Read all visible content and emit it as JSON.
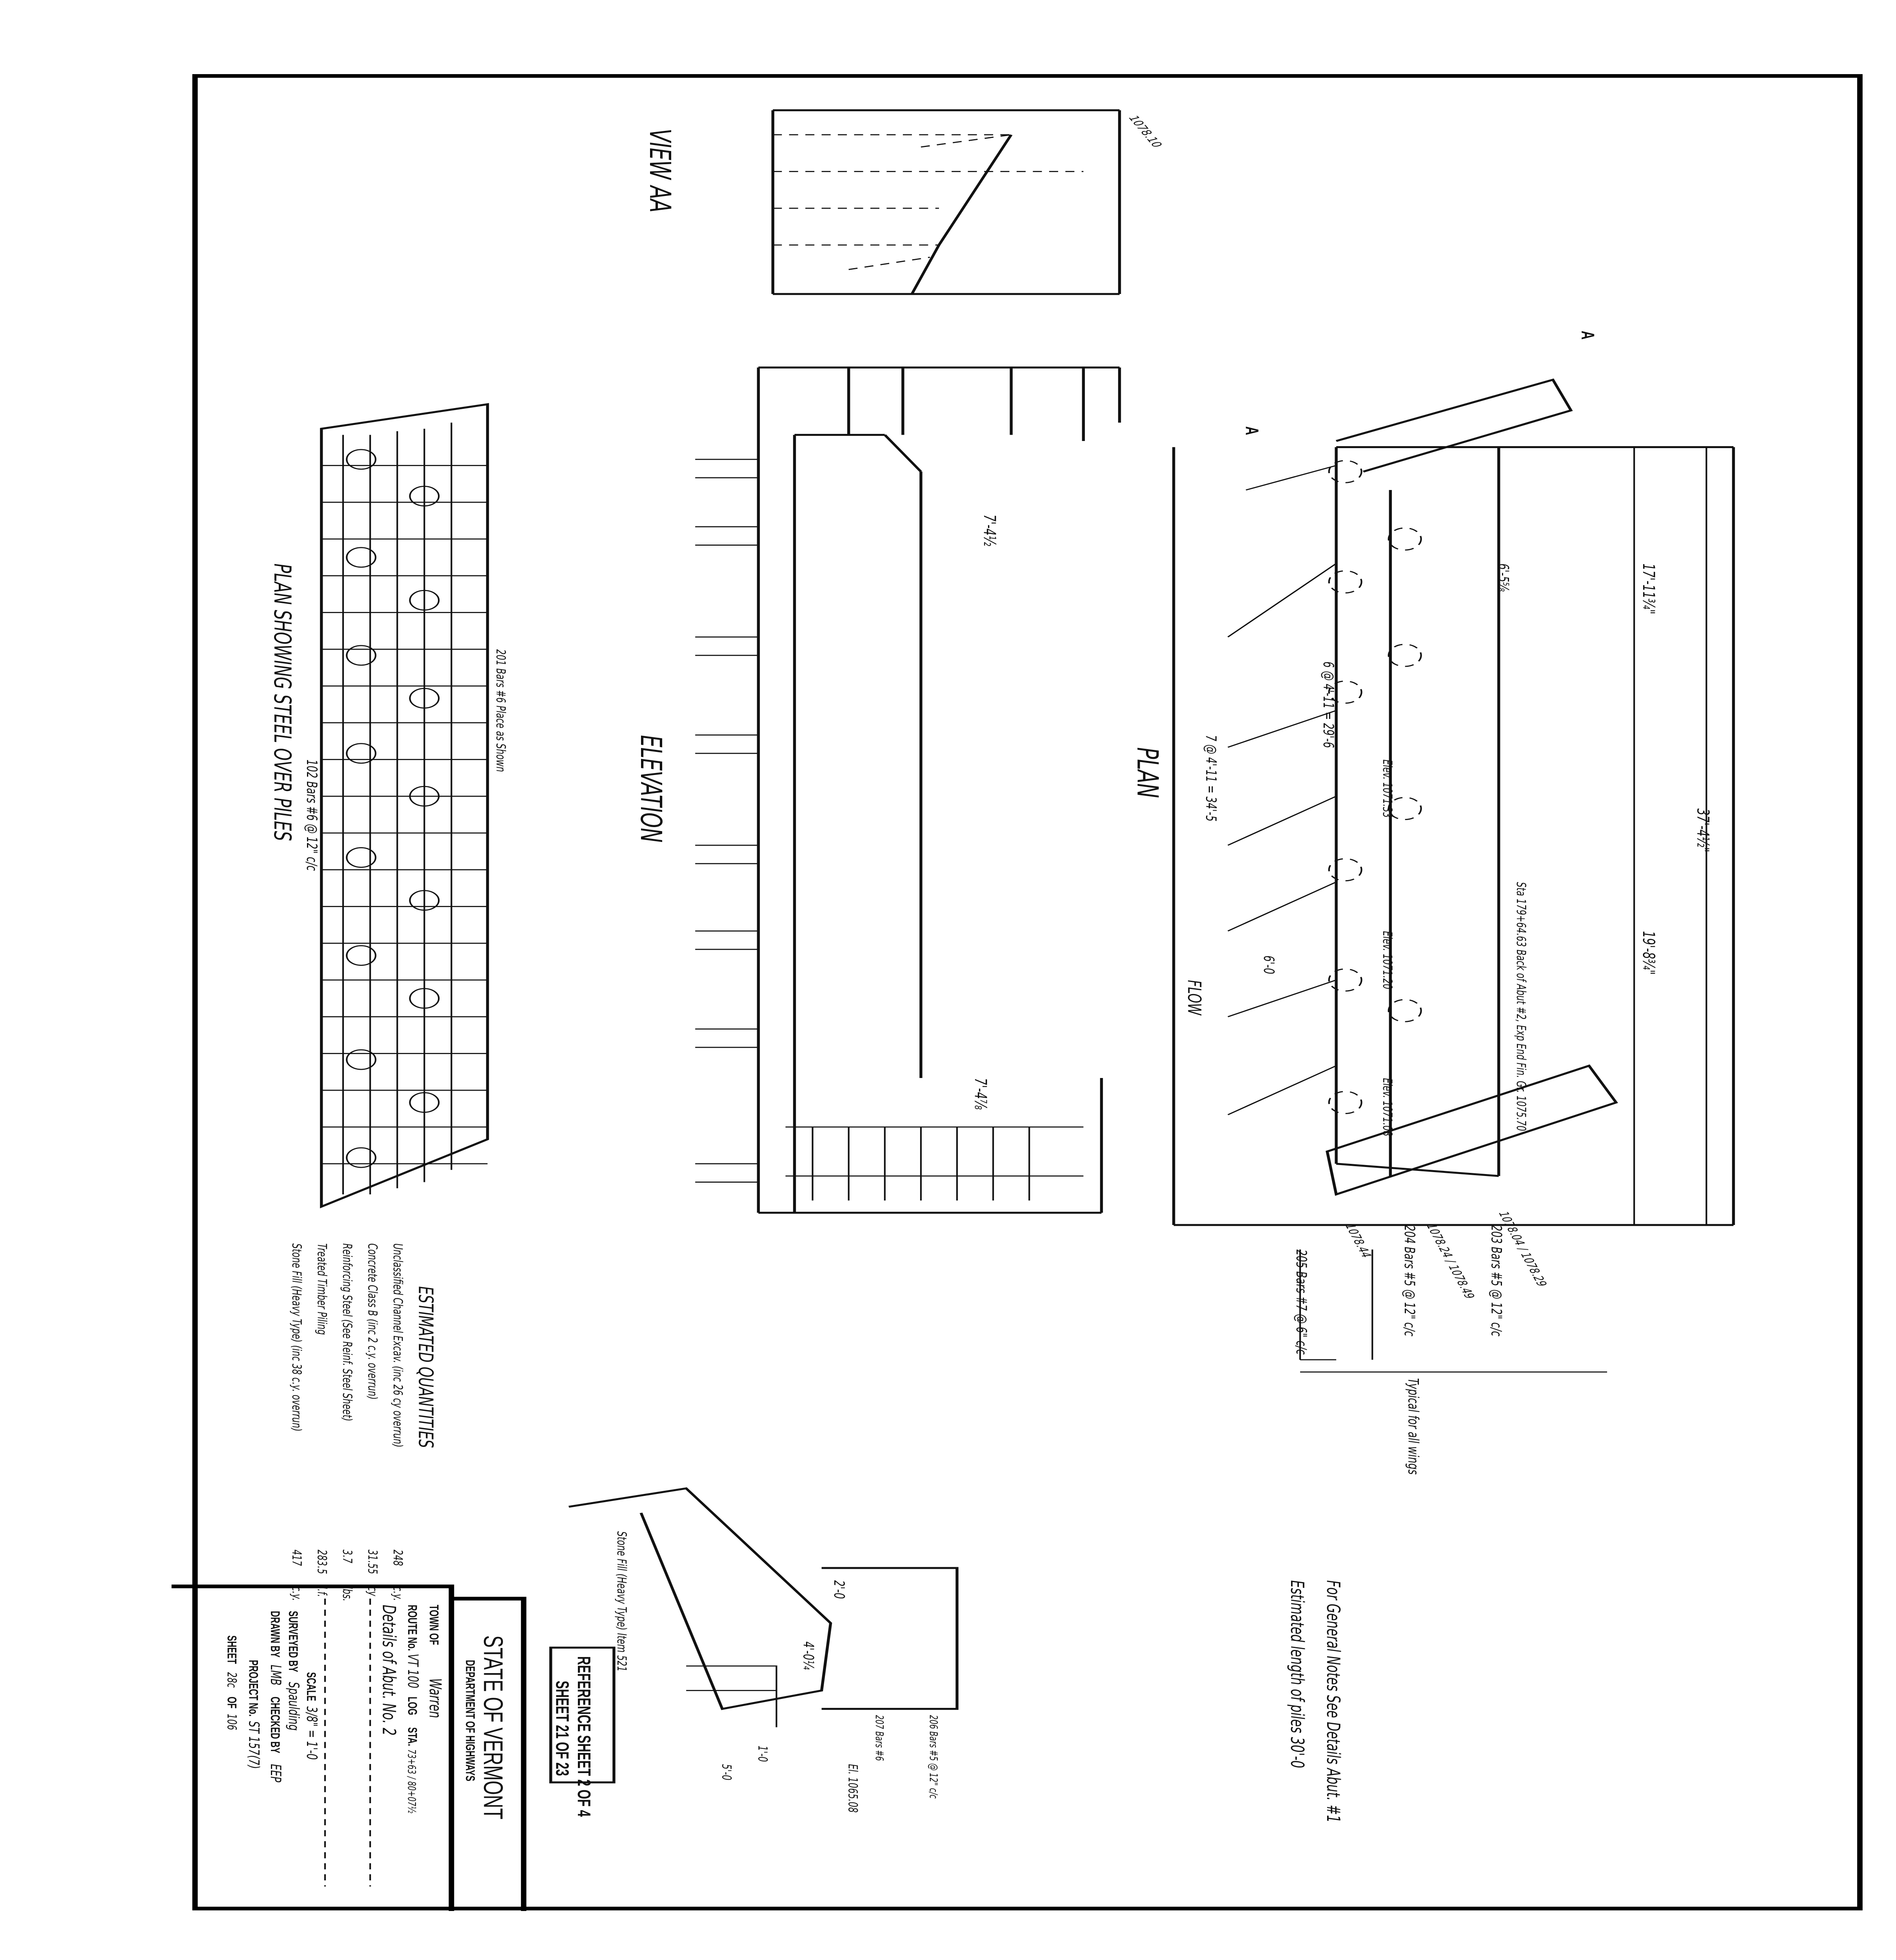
{
  "title_block": {
    "agency": "STATE OF VERMONT",
    "department": "DEPARTMENT OF HIGHWAYS",
    "reference_line1": "REFERENCE SHEET 2 OF 4",
    "reference_line2": "SHEET 21 OF 23",
    "town_label": "TOWN OF",
    "town_value": "Warren",
    "route_label": "ROUTE No.",
    "route_value": "VT 100",
    "log_label": "LOG",
    "sta_label": "STA.",
    "sta_value": "73+63 / 80+07½",
    "drawing_title": "Details of Abut. No. 2",
    "scale_label": "SCALE",
    "scale_value": "3/8\" = 1'-0",
    "surveyed_label": "SURVEYED BY",
    "surveyed_value": "Spaulding",
    "drawn_label": "DRAWN BY",
    "drawn_value": "LMB",
    "checked_label": "CHECKED BY",
    "checked_value": "EEP",
    "project_label": "PROJECT No.",
    "project_value": "ST 157(7)",
    "sheet_label": "SHEET",
    "sheet_value": "28c",
    "of_label": "OF",
    "of_value": "106"
  },
  "notes": {
    "general": "For General Notes See Details Abut. #1",
    "pile_length": "Estimated length of piles 30'-0"
  },
  "quantities": {
    "title": "ESTIMATED QUANTITIES",
    "items": [
      {
        "label": "Unclassified Channel Excav. (inc 26 cy overrun)",
        "value": "248",
        "unit": "c.y."
      },
      {
        "label": "Concrete Class B (inc 2 c.y. overrun)",
        "value": "31.55",
        "unit": "cy"
      },
      {
        "label": "Reinforcing Steel (See Reinf. Steel Sheet)",
        "value": "3.7",
        "unit": "lbs."
      },
      {
        "label": "Treated Timber Piling",
        "value": "283.5",
        "unit": "l.f."
      },
      {
        "label": "Stone Fill (Heavy Type) (inc 38 c.y. overrun)",
        "value": "417",
        "unit": "c.y."
      }
    ]
  },
  "views": {
    "view_aa": "VIEW AA",
    "plan": "PLAN",
    "elevation": "ELEVATION",
    "steel_plan": "PLAN SHOWING STEEL OVER PILES",
    "flow": "FLOW",
    "section_marker": "A"
  },
  "labels": {
    "overall_length": "37'-4½\"",
    "dim_a": "17'-11¾\"",
    "dim_b": "19'-8¾\"",
    "pile_spacing_a": "6 @ 4'-11 = 29'-6",
    "pile_spacing_b": "7 @ 4'-11 = 34'-5",
    "sta_note": "Sta 179+64.63 Back of Abut #2, Exp End Fin. Gr. 1075.70",
    "elev_1078_10": "1078.10",
    "elev_1078_04": "1078.04 / 1078.29",
    "elev_1078_24": "1078.24 / 1078.49",
    "elev_1078_44": "1078.44",
    "elev_1071_08": "Elev. 1071.08",
    "elev_1071_20": "Elev. 1071.20",
    "elev_1071_33": "Elev. 1071.33",
    "bar_203": "203 Bars #5 @ 12\" c/c",
    "bar_204": "204 Bars #5 @ 12\" c/c",
    "bar_205": "205 Bars #7 @ 6\" c/c",
    "typical_wings": "Typical for all wings",
    "elev_dim_a": "7'-4½",
    "elev_dim_b": "7'-4⅞",
    "bars_201": "201 Bars #6 Place as Shown",
    "bars_202": "102 Bars #6 @ 12\" c/c",
    "stone_fill": "Stone Fill (Heavy Type) Item 521",
    "sec_2_0": "2'-0",
    "sec_4_0": "4'-0¼",
    "sec_5_0": "5'-0",
    "sec_1_0": "1'-0",
    "sec_el": "El. 1065.08",
    "sec_206": "206 Bars #5 @ 12\" c/c",
    "sec_207": "207 Bars #6",
    "dim_6_0": "6'-0",
    "dim_6_5": "6'-5⅝"
  }
}
